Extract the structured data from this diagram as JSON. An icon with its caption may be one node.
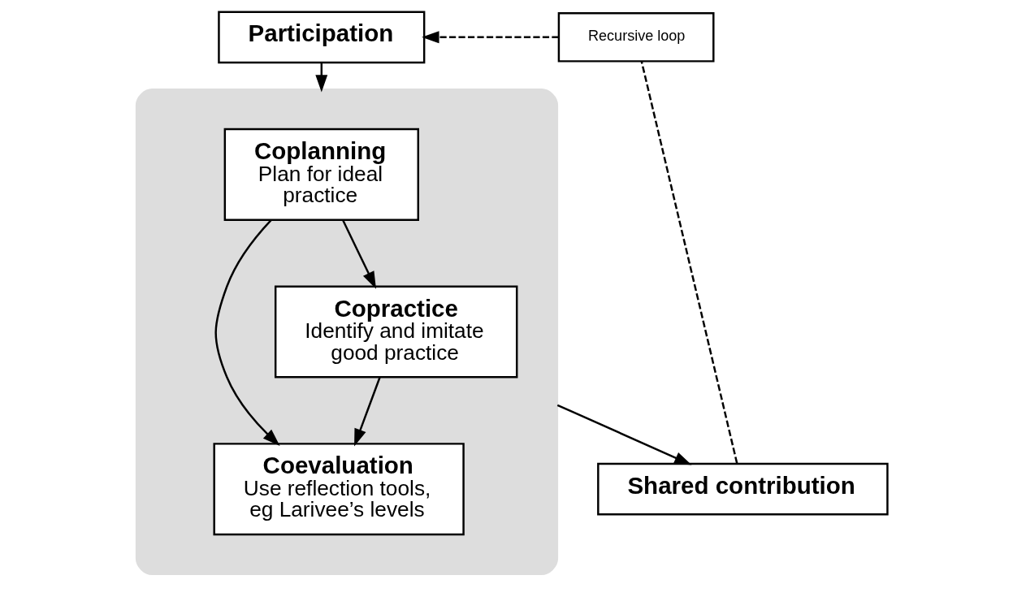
{
  "diagram": {
    "nodes": [
      {
        "text": [
          "Participation"
        ]
      },
      {
        "text": [],
        "shape": "cloud"
      },
      {
        "text": [
          "Coplanning",
          "Plan for ideal practice"
        ],
        "in": 1
      },
      {
        "text": [
          "Coevaluation",
          "Use reflection tools, eg Larivee’s levels"
        ],
        "in": 1
      },
      {
        "text": [
          "Copractice",
          "Identify and imitate good practice"
        ],
        "in": 1
      },
      {
        "text": [
          "Shared contribution"
        ]
      },
      {
        "text": [
          "Recursive loop"
        ]
      }
    ],
    "edges": [
      {
        "from": 0,
        "to": 1,
        "arrow": "to"
      },
      {
        "from": 2,
        "to": 3,
        "arrow": "to"
      },
      {
        "from": 2,
        "to": 4,
        "arrow": "to"
      },
      {
        "from": 4,
        "to": 3,
        "arrow": "to"
      },
      {
        "from": 1,
        "to": 5,
        "arrow": "to"
      },
      {
        "from": 5,
        "to": 6,
        "arrow": "none",
        "style": "dashed"
      },
      {
        "from": 6,
        "to": 0,
        "arrow": "to",
        "style": "dashed"
      }
    ]
  }
}
